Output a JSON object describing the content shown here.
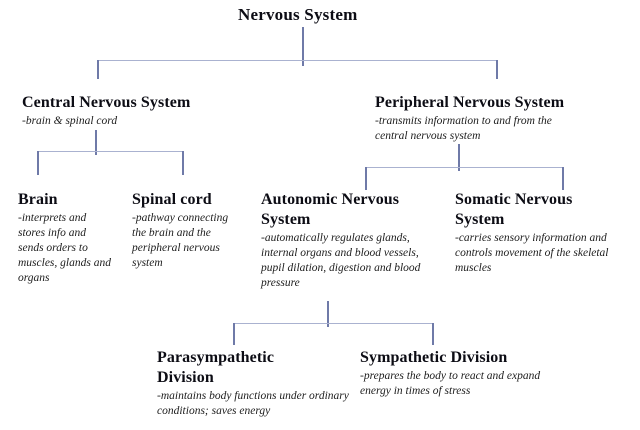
{
  "diagram": {
    "title": "Nervous System",
    "accent_line_color": "#7d88b0",
    "text_color": "#121212",
    "nodes": {
      "cns": {
        "label": "Central Nervous System",
        "desc": "-brain & spinal cord"
      },
      "pns": {
        "label": "Peripheral Nervous System",
        "desc": "-transmits information to and from the central nervous system"
      },
      "brain": {
        "label": "Brain",
        "desc": "-interprets and stores info and sends orders to muscles, glands and organs"
      },
      "spinal": {
        "label": "Spinal cord",
        "desc": "-pathway connecting the brain and the peripheral nervous system"
      },
      "autonomic": {
        "label": "Autonomic Nervous System",
        "desc": "-automatically regulates glands, internal organs and blood vessels, pupil dilation, digestion and blood pressure"
      },
      "somatic": {
        "label": "Somatic Nervous System",
        "desc": "-carries sensory information and controls movement of the skeletal muscles"
      },
      "parasympathetic": {
        "label": "Parasympathetic Division",
        "desc": "-maintains body functions under ordinary conditions; saves energy"
      },
      "sympathetic": {
        "label": "Sympathetic Division",
        "desc": "-prepares the body to react and expand energy in times of stress"
      }
    }
  }
}
